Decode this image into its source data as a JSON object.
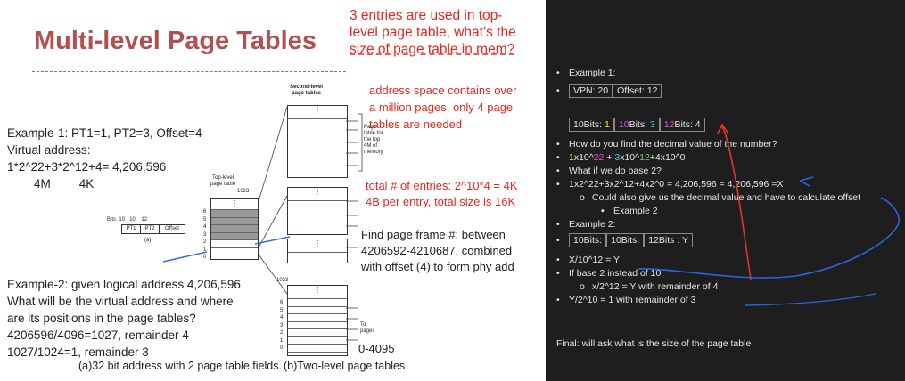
{
  "slide": {
    "title": "Multi-level Page Tables",
    "question_top": [
      "3 entries are used in top-",
      "level page table, what’s the",
      "size of page table in mem?"
    ],
    "address_space_note": [
      "address space contains over",
      "a million pages, only 4 page",
      "tables are needed"
    ],
    "total_entries_note": [
      "total # of entries: 2^10*4 = 4K",
      "4B per entry, total size is 16K"
    ],
    "page_frame_note": [
      "Find page frame #: between",
      "4206592-4210687, combined",
      "with offset (4) to form phy add"
    ],
    "example1": [
      "Example-1: PT1=1, PT2=3, Offset=4",
      "Virtual address:",
      "1*2^22+3*2^12+4= 4,206,596"
    ],
    "example1_sizes": [
      "4M",
      "4K"
    ],
    "example2": [
      "Example-2: given logical address 4,206,596",
      "What will be the virtual address and where",
      "are its positions in the page tables?",
      "4206596/4096=1027, remainder 4",
      "1027/1024=1, remainder 3"
    ],
    "caption_a": "(a)32 bit address with 2 page table fields.",
    "caption_b": "(b)Two-level page tables",
    "bits_label": "Bits",
    "bits": [
      "10",
      "10",
      "12"
    ],
    "fields": [
      "PT1",
      "PT2",
      "Offset"
    ],
    "fig_a": "(a)",
    "second_level_label": [
      "Second-level",
      "page tables"
    ],
    "top_level_label": [
      "Top-level",
      "page table"
    ],
    "page_table_note": [
      "Page",
      "table for",
      "the top",
      "4M of",
      "memory"
    ],
    "to_pages": [
      "To",
      "pages"
    ],
    "top_index_1023": "1023",
    "top_indices": [
      "6",
      "5",
      "4",
      "3",
      "2",
      "1",
      "0"
    ],
    "bottom_index_1023": "1023",
    "bottom_indices": [
      "6",
      "5",
      "4",
      "3",
      "2",
      "1",
      "0"
    ],
    "range": "0-4095"
  },
  "notes": {
    "lines": {
      "ex1": "Example 1:",
      "vpn": "VPN: 20",
      "offset": "Offset: 12",
      "b1": "10Bits: ",
      "b1v": "1",
      "b2": "10",
      "b2b": "Bits: ",
      "b2v": "3",
      "b3": "12",
      "b3b": "Bits: ",
      "b3v": "4",
      "q1": "How do you find the decimal value of the number?",
      "f1a": "1",
      "f1b": "x10^",
      "f1c": "22",
      "f1d": " + ",
      "f1e": "3",
      "f1f": "x10^",
      "f1g": "12",
      "f1h": "+4x10^0",
      "q2": "What if we do base 2?",
      "calc": "1x2^22+3x2^12+4x2^0 = 4,206,596 = 4,206,596 =X",
      "sub1": "Could also give us the decimal value and have to calculate offset",
      "sub2": "Example 2",
      "ex2": "Example 2:",
      "c1": "10Bits:",
      "c2": "10Bits:",
      "c3": "12Bits : Y",
      "x1": "X/10^12 = Y",
      "x2": "If base 2 instead of 10",
      "x3": "x/2^12 = Y with remainder of 4",
      "x4": "Y/2^10 = 1 with remainder of 3",
      "final": "Final: will ask what is the size of the page table"
    }
  },
  "colors": {
    "title": "#b05050",
    "red_text": "#e8261e",
    "notes_bg": "#1e1e1e",
    "ink_blue": "#2a63e0",
    "ink_red": "#e0352a"
  }
}
